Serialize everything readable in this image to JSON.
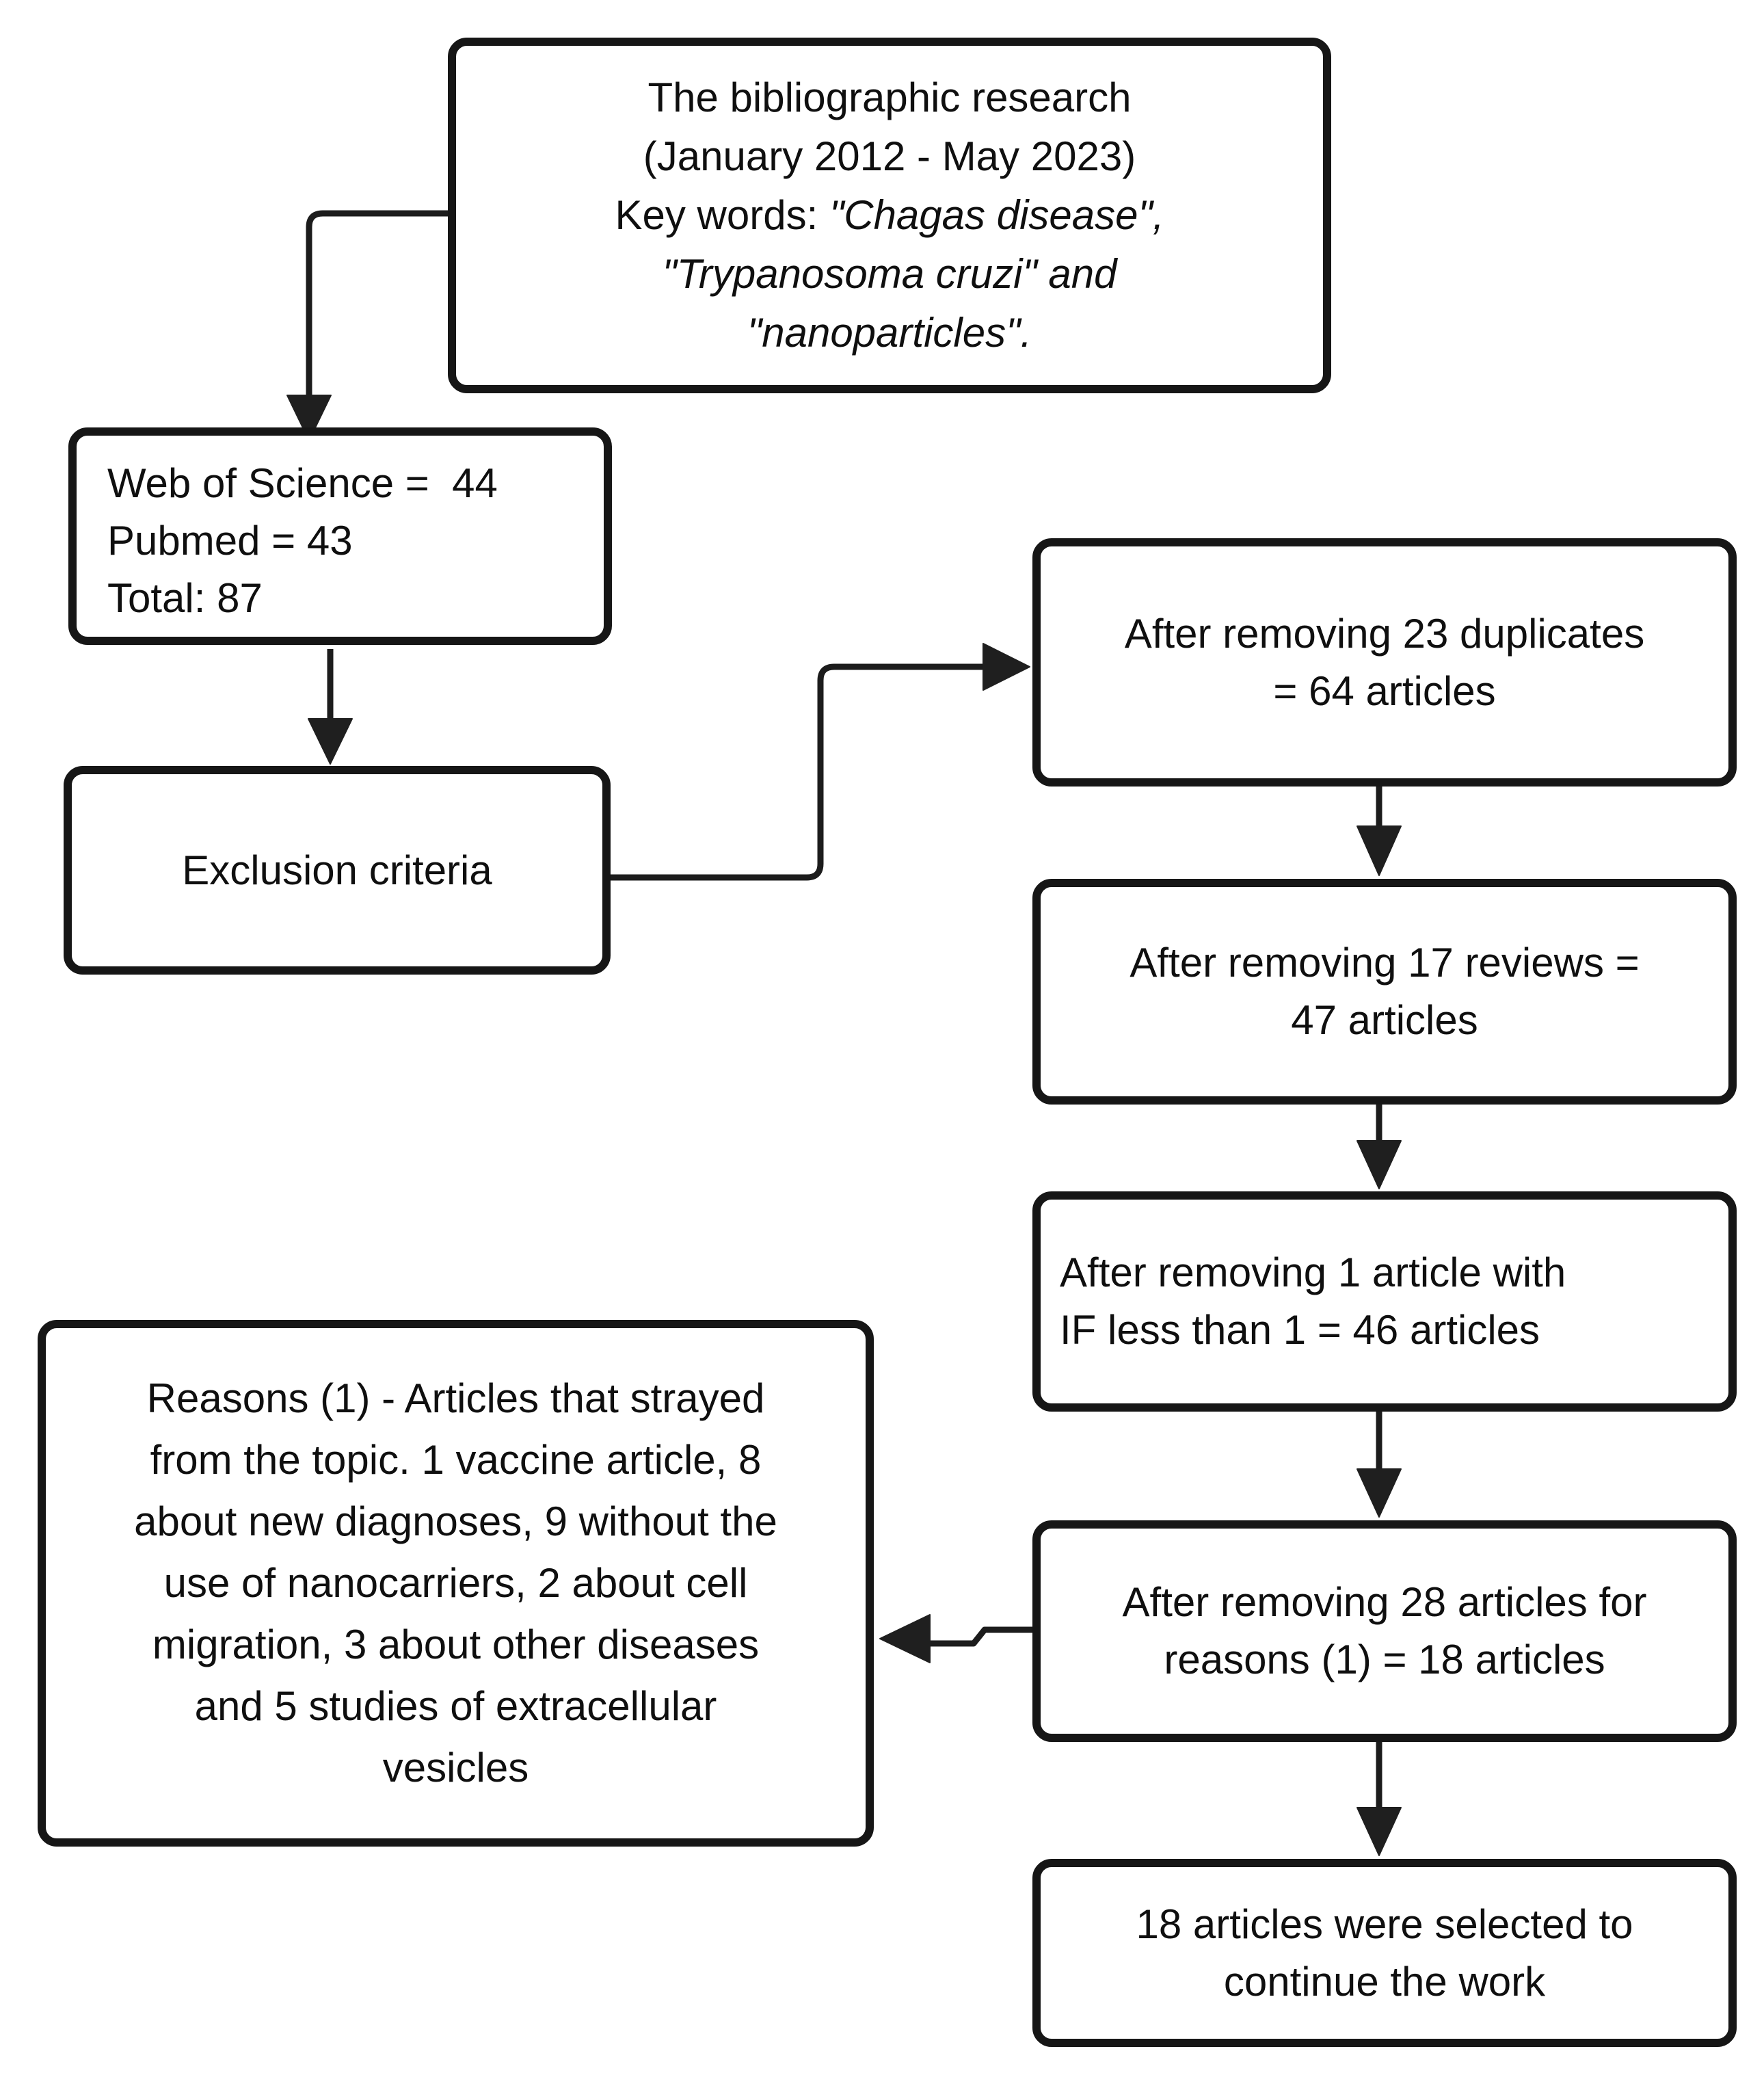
{
  "diagram": {
    "top_box": {
      "line1": "The bibliographic research",
      "line2": "(January 2012 - May 2023)",
      "line3_prefix": "Key words: ",
      "line3_italic": "\"Chagas disease\",",
      "line4_italic": "\"Trypanosoma cruzi\" and",
      "line5_italic": "\"nanoparticles\"."
    },
    "sources_box": {
      "line1": "Web of Science =  44",
      "line2": "Pubmed = 43",
      "line3": "Total: 87"
    },
    "exclusion_box": {
      "label": "Exclusion criteria"
    },
    "reasons_box": {
      "lines": [
        "Reasons (1) - Articles that strayed",
        "from the topic. 1 vaccine article, 8",
        "about new diagnoses, 9 without the",
        "use of nanocarriers, 2 about cell",
        "migration, 3 about other diseases",
        "and 5 studies of extracellular",
        "vesicles"
      ]
    },
    "flow_boxes": [
      {
        "lines": [
          "After removing 23 duplicates",
          "= 64 articles"
        ]
      },
      {
        "lines": [
          "After removing 17 reviews =",
          "47 articles"
        ]
      },
      {
        "lines": [
          "After removing 1 article with",
          "IF less than 1 = 46 articles"
        ]
      },
      {
        "lines": [
          "After removing 28 articles for",
          "reasons (1) = 18 articles"
        ]
      },
      {
        "lines": [
          "18 articles were selected to",
          "continue the work"
        ]
      }
    ],
    "colors": {
      "stroke": "#1c1c1c",
      "box_fill": "#ffffff",
      "text": "#0f0f0f"
    }
  }
}
